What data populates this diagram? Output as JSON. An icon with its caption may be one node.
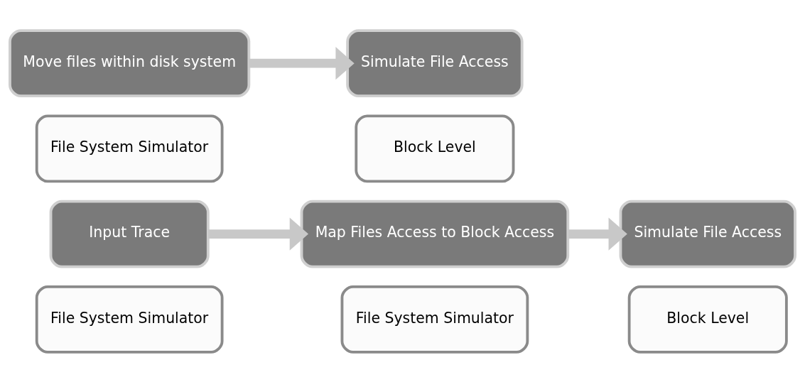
{
  "diagram": {
    "nodes": [
      {
        "text": [
          "Input Trace"
        ]
      },
      {
        "text": [
          "File System Simulator"
        ]
      },
      {
        "text": [
          "Map Files Access to Block Access"
        ]
      },
      {
        "text": [
          "File System Simulator"
        ]
      },
      {
        "text": [
          "Simulate File Access"
        ]
      },
      {
        "text": [
          "Block Level"
        ]
      },
      {
        "text": [
          "Move files within disk system"
        ]
      },
      {
        "text": [
          "File System Simulator"
        ]
      },
      {
        "text": [
          "Simulate File Access"
        ]
      },
      {
        "text": [
          "Block Level"
        ]
      }
    ],
    "edges": [
      {
        "from": 0,
        "to": 2,
        "arrow": "to"
      },
      {
        "from": 2,
        "to": 4,
        "arrow": "to"
      },
      {
        "from": 6,
        "to": 8,
        "arrow": "to"
      }
    ]
  }
}
